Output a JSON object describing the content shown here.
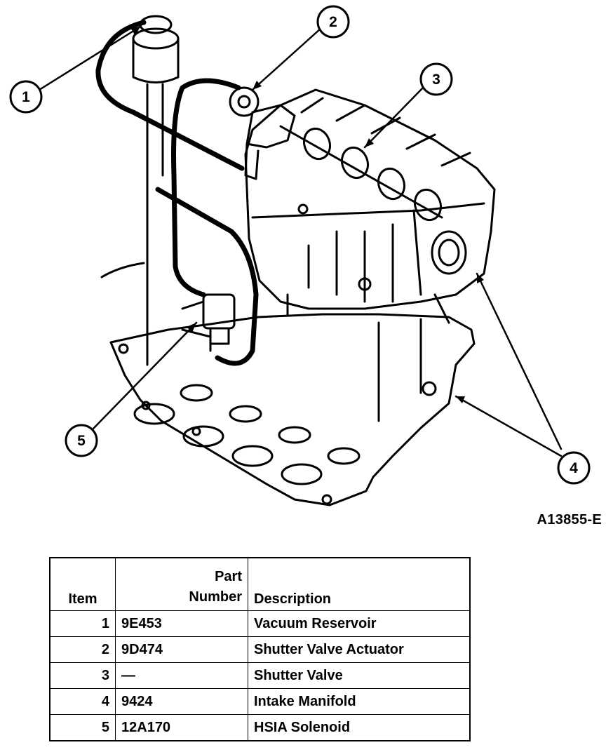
{
  "figure": {
    "id": "A13855-E",
    "callouts": [
      "1",
      "2",
      "3",
      "4",
      "5"
    ]
  },
  "table": {
    "headers": {
      "item": "Item",
      "part_number_line1": "Part",
      "part_number_line2": "Number",
      "description": "Description"
    },
    "rows": [
      {
        "item": "1",
        "part_number": "9E453",
        "description": "Vacuum Reservoir"
      },
      {
        "item": "2",
        "part_number": "9D474",
        "description": "Shutter Valve Actuator"
      },
      {
        "item": "3",
        "part_number": "—",
        "description": "Shutter Valve"
      },
      {
        "item": "4",
        "part_number": "9424",
        "description": "Intake Manifold"
      },
      {
        "item": "5",
        "part_number": "12A170",
        "description": "HSIA Solenoid"
      }
    ]
  }
}
